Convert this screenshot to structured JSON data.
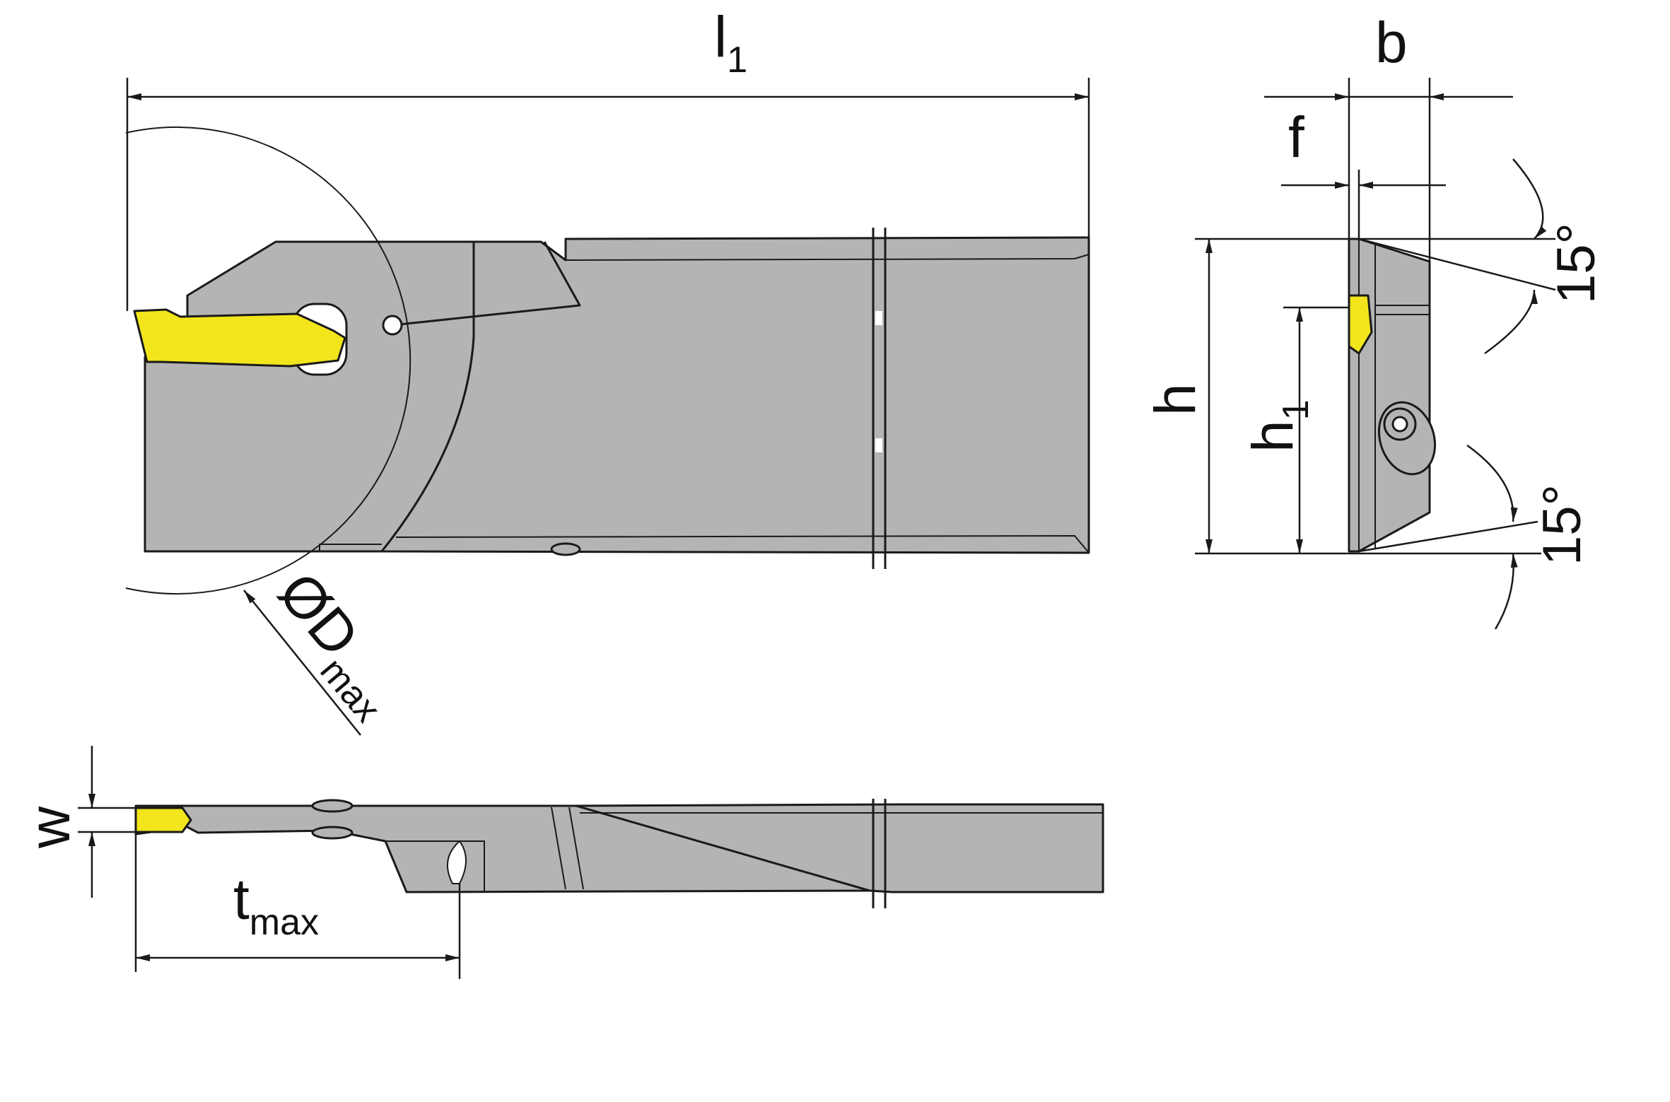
{
  "labels": {
    "l1_main": "l",
    "l1_sub": "1",
    "b": "b",
    "f": "f",
    "h": "h",
    "h1_main": "h",
    "h1_sub": "1",
    "angle_top": "15°",
    "angle_bottom": "15°",
    "dmax_main": "ØD",
    "dmax_sub": "max",
    "w": "w",
    "tmax_main": "t",
    "tmax_sub": "max"
  },
  "colors": {
    "body": "#b4b4b4",
    "outline": "#1a1a1a",
    "insert": "#f2e51b",
    "background": "#ffffff"
  }
}
